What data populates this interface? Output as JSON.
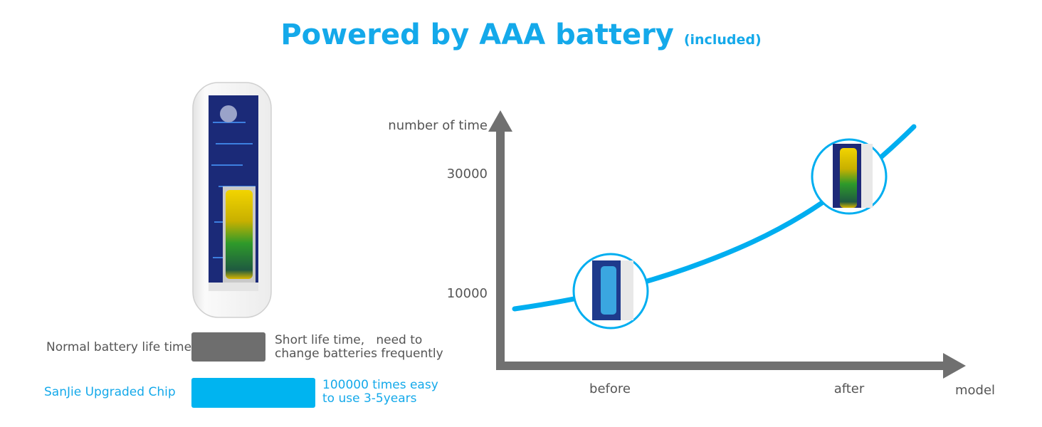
{
  "title": {
    "main": "Powered by AAA battery",
    "suffix": "(included)"
  },
  "legend": [
    {
      "label": "Normal battery life time",
      "desc_lines": [
        "Short life time,   need to",
        "change batteries frequently"
      ],
      "color": "#6e6e6e",
      "text_color": "#555555",
      "bar_fill": 0.45
    },
    {
      "label": "SanJie Upgraded Chip",
      "desc_lines": [
        "100000 times easy",
        "to use 3-5years"
      ],
      "color": "#00b4f0",
      "text_color": "#14a9ea",
      "bar_fill": 1.0
    }
  ],
  "graph": {
    "y_axis_label": "number of time",
    "x_axis_label": "model",
    "y_ticks": [
      "30000",
      "10000"
    ],
    "x_ticks": [
      "before",
      "after"
    ],
    "axis_color": "#707070",
    "curve_color": "#00aef0"
  }
}
